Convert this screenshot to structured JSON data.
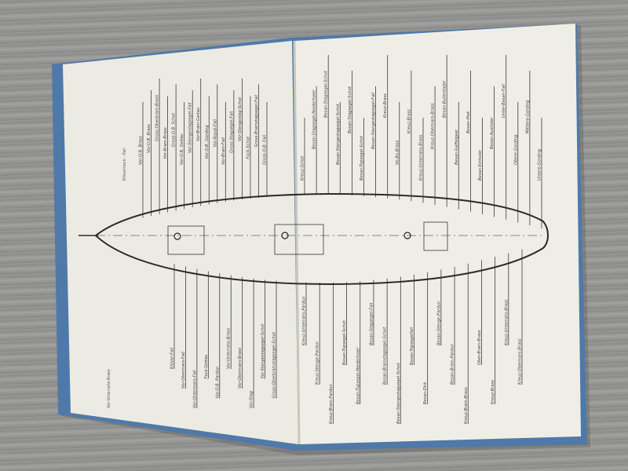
{
  "image_kind": "photo of open booklet with sailing ship belaying-pin (rigging) plan",
  "colors": {
    "paper": "#ecebe3",
    "cover": "#4f79a8",
    "ink": "#2e2e2e",
    "background": "#929290"
  },
  "left_page": {
    "caption_top": "Klüvernock - Fall",
    "caption_bottom": "Vor-Unterrahs-Brass",
    "top_labels": [
      "Vor-O.B. Brass",
      "Vor-U.B. Brass",
      "Gross-Oberbram-Brass",
      "Vor-Bram-Brass",
      "Gross-O.B. Schot",
      "Vor-O.B. Geitau",
      "Vor-Stengestagsegel-Fall",
      "Vor-Bram-Geitau",
      "Vor-O.B. Gording",
      "Vor-Royal-Fall",
      "Vor-Bram-Fall",
      "Gross-Stagsegel-Fall",
      "Vor-Stengestag-Schot",
      "Fock-Schot",
      "Gross-Bramstagsegel-Fall",
      "Gross-O.B. Fall"
    ],
    "bottom_labels": [
      "Klüver-Fall",
      "Vor-Obermars-Fall",
      "Vor-Untermars-Fall",
      "Fock-Geitau",
      "Vor-O.B. Pardun",
      "Vor-Unterrahs-Brass",
      "Vor-Obermars-Brass",
      "Vor-Stag",
      "Vor-Stengestagsegel-Schot",
      "Gross-Oberbramstagsegel-Schot"
    ]
  },
  "right_page": {
    "top_labels": [
      "Kreuz-Schot",
      "Besan-Stagsegel-Niederholer",
      "Besan-Stagsegel-Schot",
      "Besan-Stengestagsegel-Schot",
      "Besan-Stagsegel-Schot",
      "Besan-Topsegel-Schot",
      "Besan-Stengestagsegel-Fall",
      "Kreuz-Brass",
      "Vo-Bo-Brass",
      "Kreuz-Brass",
      "Kreuz-Unterrahs-Brass",
      "Kreuz-Obermars-Brass",
      "Besan-Bullentaljer",
      "Besan-Gaffelgeer",
      "Besan-Piek",
      "Besan-Einholer",
      "Besan-Ausholer",
      "Unter-Besan-Fall",
      "Obere-Gording",
      "Mittlere-Gording",
      "Untere-Gording"
    ],
    "bottom_labels": [
      "Kreuz-Unterrahs-Pardun",
      "Kreuz-Stenge-Pardun",
      "Kreuz-Bram-Pardun",
      "Besan-Topsegel-Schot",
      "Besan-Topsegel-Niederholer",
      "Besan-Stagsegel-Fall",
      "Besan-Bramstagsegel-Schot",
      "Besan-Stengestagsegel-Schot",
      "Besan-Topsegelfall",
      "Besan-Dirk",
      "Besan-Stenge-Pardun",
      "Besan-Bram-Pardun",
      "Kreuz-Bram-Brass",
      "Ober-Bram-Brass",
      "Kreuz-Brass",
      "Kreuz-Unterrahs-Brass",
      "Kreuz-Obermars-Brass"
    ]
  }
}
